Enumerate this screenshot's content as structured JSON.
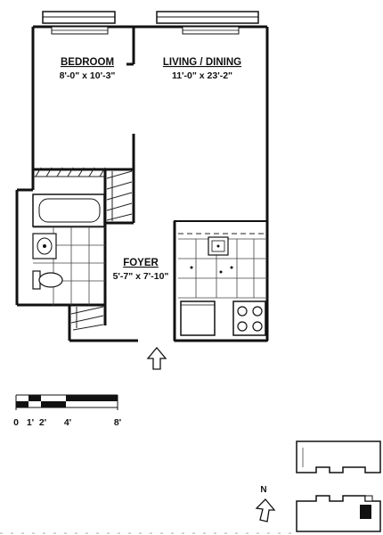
{
  "rooms": {
    "bedroom": {
      "name": "BEDROOM",
      "dimensions": "8'-0\" x 10'-3\""
    },
    "living_dining": {
      "name": "LIVING / DINING",
      "dimensions": "11'-0\" x 23'-2\""
    },
    "foyer": {
      "name": "FOYER",
      "dimensions": "5'-7\" x 7'-10\""
    }
  },
  "scale_bar": {
    "labels": [
      "0",
      "1'",
      "2'",
      "4'",
      "8'"
    ]
  },
  "compass": {
    "label": "N"
  },
  "icons": {
    "entry": "entry-arrow-icon",
    "north": "north-arrow-icon",
    "stove": "stove-icon",
    "sink": "sink-icon",
    "toilet": "toilet-icon",
    "bathtub": "bathtub-icon"
  }
}
